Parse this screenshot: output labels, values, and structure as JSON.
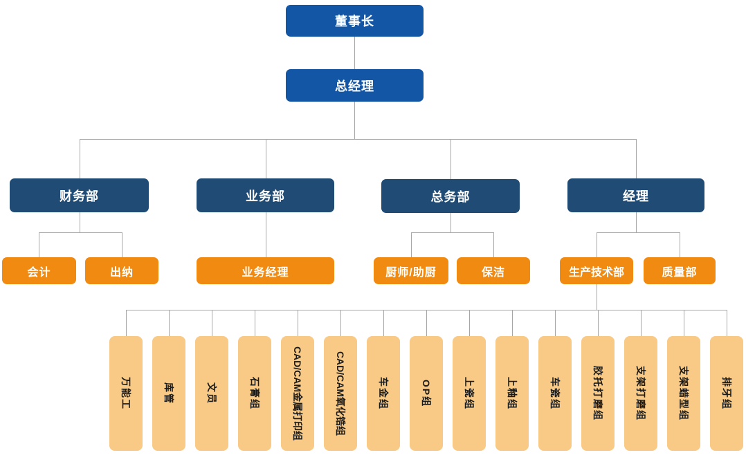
{
  "org": {
    "chairman": "董事长",
    "general_manager": "总经理",
    "departments": [
      {
        "label": "财务部",
        "children": [
          "会计",
          "出纳"
        ]
      },
      {
        "label": "业务部",
        "children": [
          "业务经理"
        ]
      },
      {
        "label": "总务部",
        "children": [
          "厨师/助厨",
          "保洁"
        ]
      },
      {
        "label": "经理",
        "children": [
          "生产技术部",
          "质量部"
        ]
      }
    ],
    "production_teams": [
      "万能工",
      "库管",
      "文员",
      "石膏组",
      "CAD/CAM金属打印组",
      "CAD/CAM氧化锆组",
      "车金组",
      "OP组",
      "上瓷组",
      "上釉组",
      "车瓷组",
      "胶托打磨组",
      "支架打磨组",
      "支架蜡型组",
      "排牙组"
    ],
    "colors": {
      "top_blue": "#1356a5",
      "department_navy": "#1f4b74",
      "sub_unit_orange": "#f08a10",
      "team_light_orange": "#f8ca86",
      "connector_gray": "#a6a6a6",
      "text_on_color": "#ffffff",
      "team_text": "#1a1a1a"
    }
  }
}
